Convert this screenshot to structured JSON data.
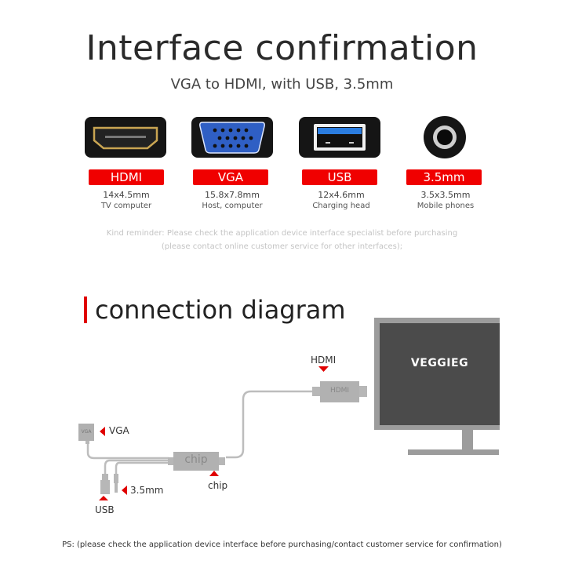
{
  "header": {
    "title": "Interface confirmation",
    "subtitle": "VGA to HDMI, with USB, 3.5mm"
  },
  "interfaces": [
    {
      "name": "HDMI",
      "size": "14x4.5mm",
      "use": "TV computer",
      "icon": "hdmi-port-icon"
    },
    {
      "name": "VGA",
      "size": "15.8x7.8mm",
      "use": "Host, computer",
      "icon": "vga-port-icon"
    },
    {
      "name": "USB",
      "size": "12x4.6mm",
      "use": "Charging head",
      "icon": "usb-port-icon"
    },
    {
      "name": "3.5mm",
      "size": "3.5x3.5mm",
      "use": "Mobile phones",
      "icon": "audio-jack-icon"
    }
  ],
  "reminder": {
    "line1": "Kind reminder: Please check the application device interface specialist before purchasing",
    "line2": "(please contact online customer service for other interfaces);"
  },
  "diagram": {
    "title": "connection diagram",
    "monitor_brand": "VEGGIEG",
    "labels": {
      "hdmi": "HDMI",
      "hdmi_plug": "HDMI",
      "vga": "VGA",
      "vga_plug": "VGA",
      "chip": "chip",
      "chip_box": "chip",
      "audio": "3.5mm",
      "usb": "USB"
    },
    "accent": "#e00000"
  },
  "footer": {
    "ps": "PS: (please check the application device interface before purchasing/contact customer service for confirmation)"
  }
}
